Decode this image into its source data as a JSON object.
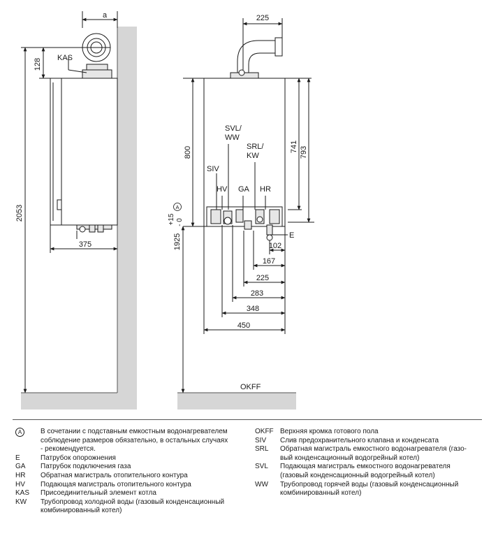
{
  "labels": {
    "dim_a": "a",
    "kas": "KAS",
    "dim_128": "128",
    "dim_2053": "2053",
    "dim_375": "375",
    "dim_225_top": "225",
    "dim_800": "800",
    "dim_741": "741",
    "dim_793": "793",
    "svl_ww": [
      "SVL/",
      "WW"
    ],
    "srl_kw": [
      "SRL/",
      "KW"
    ],
    "siv": "SIV",
    "hv": "HV",
    "ga": "GA",
    "hr": "HR",
    "e": "E",
    "tol_plus": "+15",
    "tol_minus": "- 0",
    "circle_a": "A",
    "dim_1925": "1925",
    "dim_102": "102",
    "dim_167": "167",
    "dim_225": "225",
    "dim_283": "283",
    "dim_348": "348",
    "dim_450": "450",
    "okff": "OKFF"
  },
  "legend_left": [
    {
      "code": "A",
      "circled": true,
      "lines": [
        "В сочетании с подставным емкостным водонагревателем",
        "соблюдение размеров обязательно, в остальных случаях",
        "- рекомендуется."
      ]
    },
    {
      "code": "E",
      "lines": [
        "Патрубок опорожнения"
      ]
    },
    {
      "code": "GA",
      "lines": [
        "Патрубок подключения газа"
      ]
    },
    {
      "code": "HR",
      "lines": [
        "Обратная магистраль отопительного контура"
      ]
    },
    {
      "code": "HV",
      "lines": [
        "Подающая магистраль отопительного контура"
      ]
    },
    {
      "code": "KAS",
      "lines": [
        "Присоединительный элемент котла"
      ]
    },
    {
      "code": "KW",
      "lines": [
        "Трубопровод холодной воды (газовый конденсационный",
        "комбинированный котел)"
      ]
    }
  ],
  "legend_right": [
    {
      "code": "OKFF",
      "lines": [
        "Верхняя кромка готового пола"
      ]
    },
    {
      "code": "SIV",
      "lines": [
        "Слив предохранительного клапана и конденсата"
      ]
    },
    {
      "code": "SRL",
      "lines": [
        "Обратная магистраль емкостного водонагревателя (газо-",
        "вый конденсационный водогрейный котел)"
      ]
    },
    {
      "code": "SVL",
      "lines": [
        "Подающая магистраль емкостного водонагревателя",
        "(газовый конденсационный водогрейный котел)"
      ]
    },
    {
      "code": "WW",
      "lines": [
        "Трубопровод горячей воды (газовый конденсационный",
        "комбинированный котел)"
      ]
    }
  ]
}
